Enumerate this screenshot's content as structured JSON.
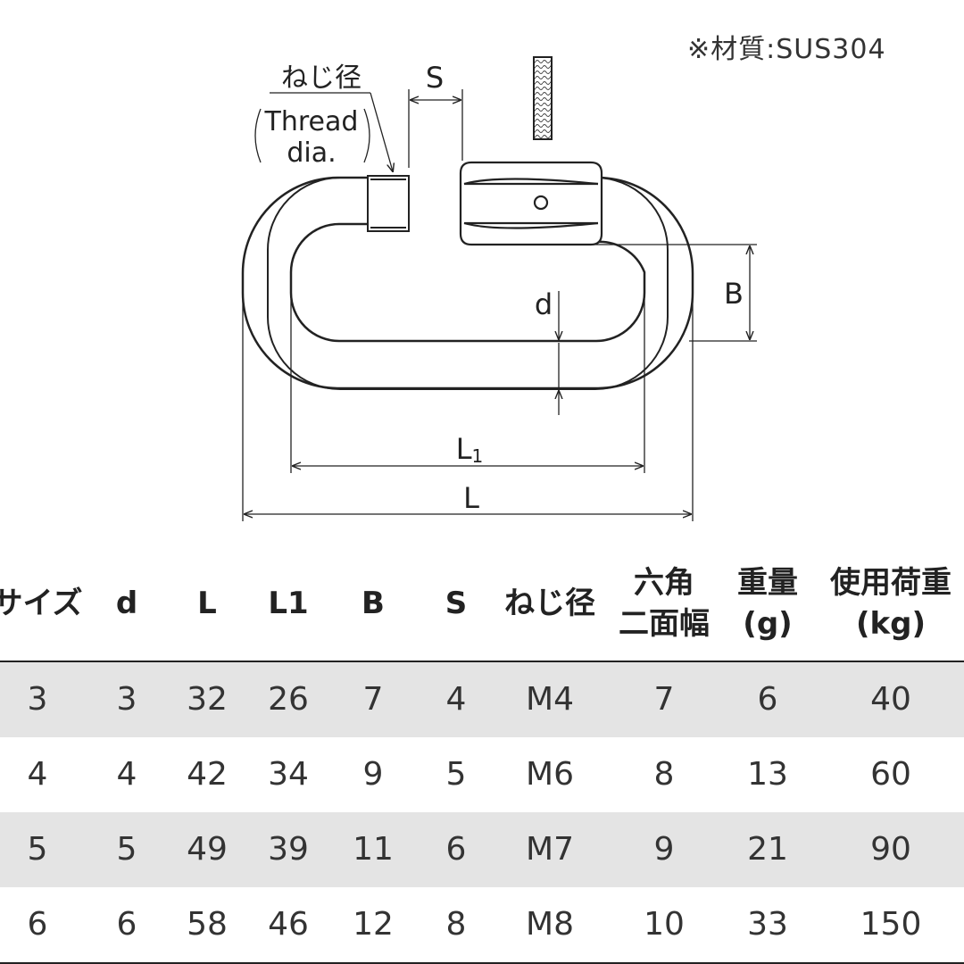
{
  "material_note": "※材質:SUS304",
  "diagram": {
    "thread_dia_label_jp": "ねじ径",
    "thread_dia_label_en_1": "Thread",
    "thread_dia_label_en_2": "dia.",
    "label_S": "S",
    "label_d": "d",
    "label_B": "B",
    "label_L1_main": "L",
    "label_L1_sub": "1",
    "label_L": "L"
  },
  "table": {
    "headers": [
      {
        "key": "size",
        "lines": [
          "サイズ"
        ]
      },
      {
        "key": "d",
        "lines": [
          "d"
        ]
      },
      {
        "key": "L",
        "lines": [
          "L"
        ]
      },
      {
        "key": "L1",
        "lines": [
          "L1"
        ]
      },
      {
        "key": "B",
        "lines": [
          "B"
        ]
      },
      {
        "key": "S",
        "lines": [
          "S"
        ]
      },
      {
        "key": "thread",
        "lines": [
          "ねじ径"
        ]
      },
      {
        "key": "hex",
        "lines": [
          "六角",
          "二面幅"
        ]
      },
      {
        "key": "weight",
        "lines": [
          "重量",
          "(g)"
        ]
      },
      {
        "key": "load",
        "lines": [
          "使用荷重",
          "(kg)"
        ]
      }
    ],
    "rows": [
      [
        "3",
        "3",
        "32",
        "26",
        "7",
        "4",
        "M4",
        "7",
        "6",
        "40"
      ],
      [
        "4",
        "4",
        "42",
        "34",
        "9",
        "5",
        "M6",
        "8",
        "13",
        "60"
      ],
      [
        "5",
        "5",
        "49",
        "39",
        "11",
        "6",
        "M7",
        "9",
        "21",
        "90"
      ],
      [
        "6",
        "6",
        "58",
        "46",
        "12",
        "8",
        "M8",
        "10",
        "33",
        "150"
      ]
    ]
  }
}
